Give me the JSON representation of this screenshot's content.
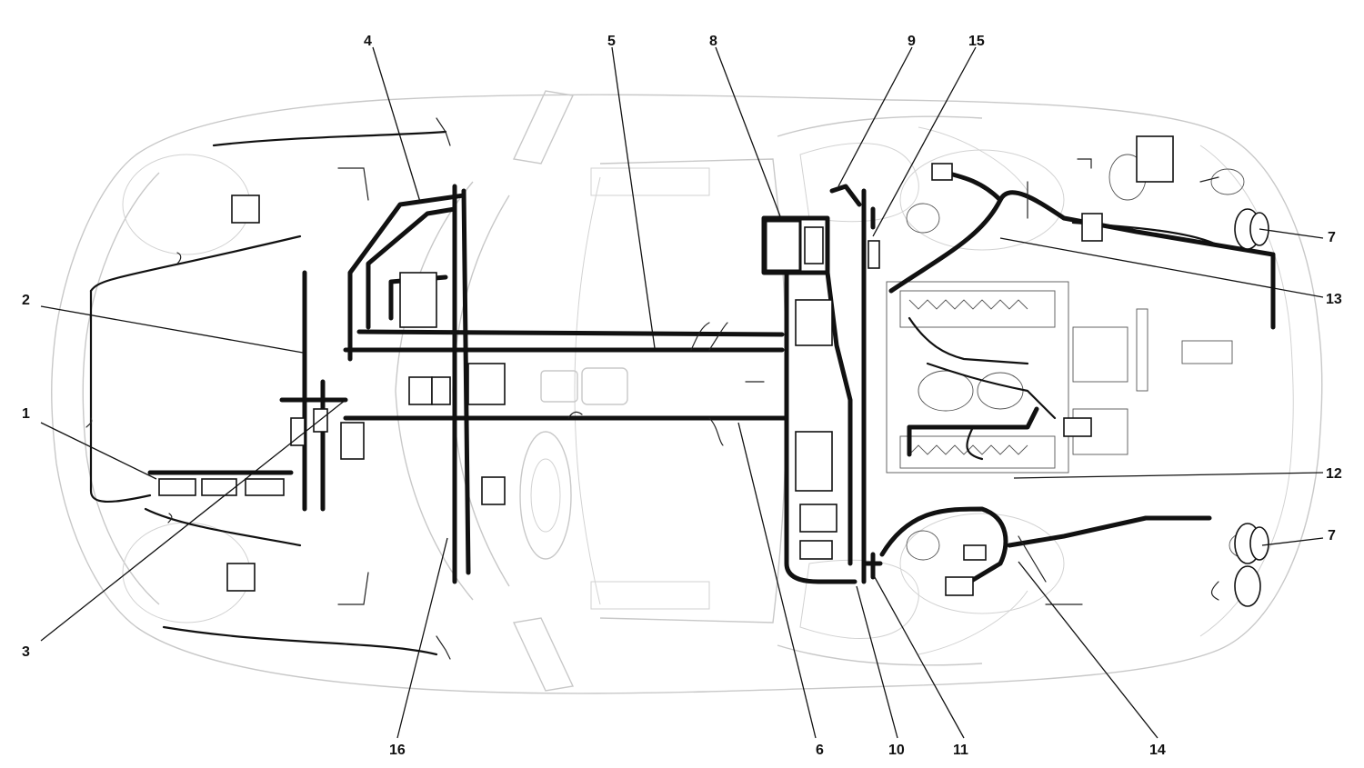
{
  "callouts": [
    {
      "id": "c1",
      "text": "1"
    },
    {
      "id": "c2",
      "text": "2"
    },
    {
      "id": "c3",
      "text": "3"
    },
    {
      "id": "c4",
      "text": "4"
    },
    {
      "id": "c5",
      "text": "5"
    },
    {
      "id": "c6",
      "text": "6"
    },
    {
      "id": "c7a",
      "text": "7"
    },
    {
      "id": "c7b",
      "text": "7"
    },
    {
      "id": "c8",
      "text": "8"
    },
    {
      "id": "c9",
      "text": "9"
    },
    {
      "id": "c10",
      "text": "10"
    },
    {
      "id": "c11",
      "text": "11"
    },
    {
      "id": "c12",
      "text": "12"
    },
    {
      "id": "c13",
      "text": "13"
    },
    {
      "id": "c14",
      "text": "14"
    },
    {
      "id": "c15",
      "text": "15"
    },
    {
      "id": "c16",
      "text": "16"
    }
  ],
  "colors": {
    "background": "#ffffff",
    "harness": "#111111",
    "car_outline": "#c8c8c8",
    "label": "#111111"
  }
}
